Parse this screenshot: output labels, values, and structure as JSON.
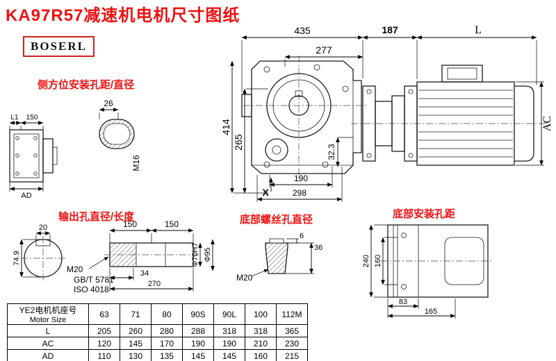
{
  "title": "KA97R57减速机电机尺寸图纸",
  "logo": "BOSERL",
  "annotations": {
    "side_mount": "侧方位安装孔距/直径",
    "output_hole": "输出孔直径/长度",
    "bottom_screw": "底部螺丝孔直径",
    "bottom_mount": "底部安装孔距"
  },
  "main_view": {
    "dim_total_width": "435",
    "dim_body_width": "277",
    "dim_total_height": "414",
    "dim_center_height": "265",
    "dim_foot_width": "190",
    "dim_base_width": "298",
    "dim_shaft": "32.3",
    "label_x": "X"
  },
  "motor_view": {
    "dim_adapter": "187",
    "dim_motor_length": "L",
    "dim_motor_diameter": "AC"
  },
  "side_view": {
    "dim_l1": "L1",
    "dim_150": "150",
    "dim_ad": "AD"
  },
  "shaft_hole_view": {
    "dim_26": "26",
    "thread": "M16"
  },
  "output_view": {
    "dim_key_width": "20",
    "dim_150_left": "150",
    "dim_150_right": "150",
    "dim_bore": "74.9",
    "thread": "M20",
    "std_gb": "GB/T 5781",
    "std_iso": "ISO 4018",
    "dim_34": "34",
    "dim_270": "270",
    "dim_phi70": "Φ70H7",
    "dim_phi95": "Φ95"
  },
  "bottom_screw_view": {
    "thread": "M20",
    "dim_6": "6",
    "dim_36": "36"
  },
  "bottom_mount_view": {
    "dim_240": "240",
    "dim_160": "160",
    "dim_83": "83",
    "dim_165": "165"
  },
  "table": {
    "header_cn": "YE2电机机座号",
    "header_en": "Motor Size",
    "sizes": [
      "63",
      "71",
      "80",
      "90S",
      "90L",
      "100",
      "112M"
    ],
    "rows": [
      {
        "label": "L",
        "values": [
          "205",
          "260",
          "280",
          "288",
          "318",
          "318",
          "365"
        ]
      },
      {
        "label": "AC",
        "values": [
          "120",
          "145",
          "170",
          "190",
          "190",
          "210",
          "230"
        ]
      },
      {
        "label": "AD",
        "values": [
          "110",
          "130",
          "135",
          "145",
          "145",
          "160",
          "215"
        ]
      }
    ]
  }
}
